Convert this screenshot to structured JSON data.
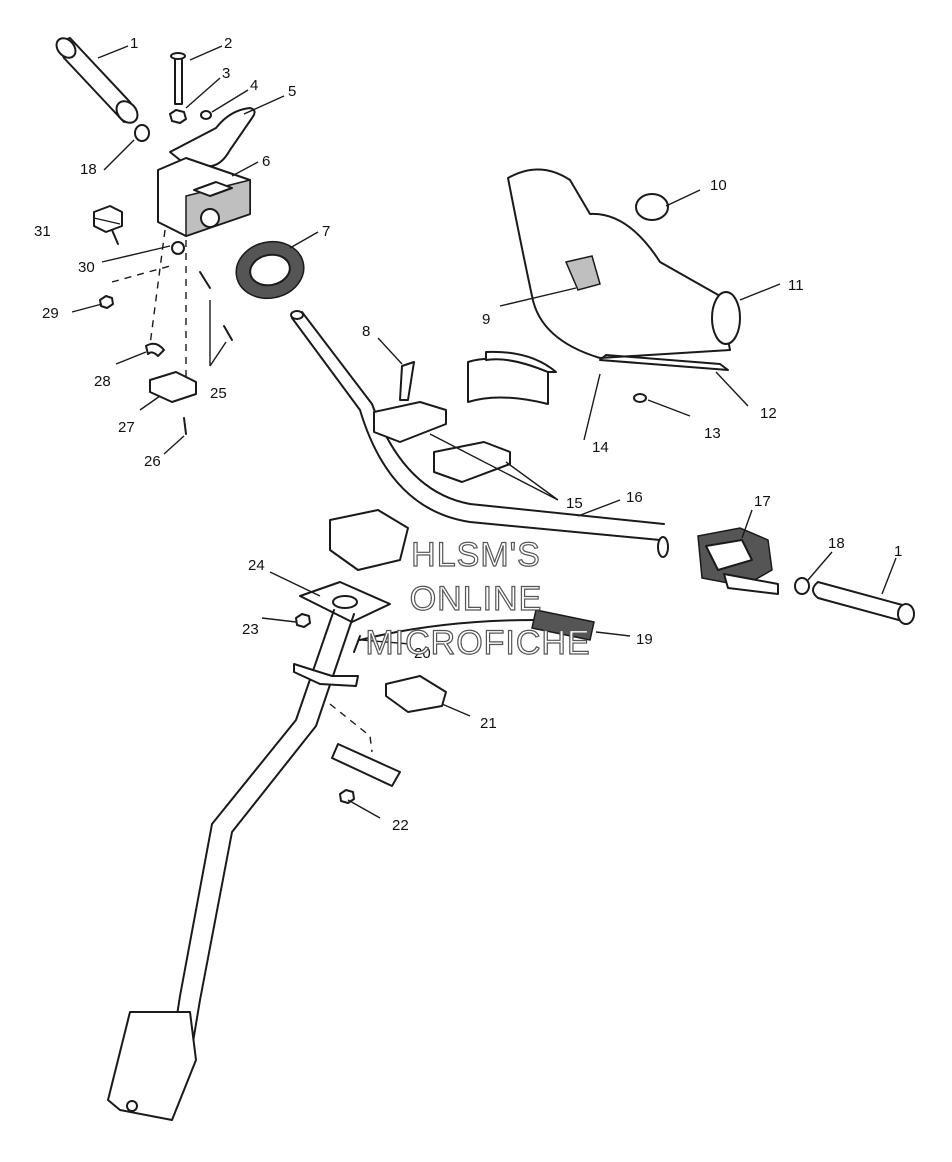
{
  "watermark": {
    "lines": [
      "HLSM'S",
      "ONLINE",
      "MICROFICHE"
    ]
  },
  "callouts": {
    "c1a": "1",
    "c2": "2",
    "c3": "3",
    "c4": "4",
    "c5": "5",
    "c6": "6",
    "c7": "7",
    "c8": "8",
    "c9": "9",
    "c10": "10",
    "c11": "11",
    "c12": "12",
    "c13": "13",
    "c14": "14",
    "c15": "15",
    "c16": "16",
    "c17": "17",
    "c18a": "18",
    "c18b": "18",
    "c1b": "1",
    "c19": "19",
    "c20": "20",
    "c21": "21",
    "c22": "22",
    "c23": "23",
    "c24": "24",
    "c25": "25",
    "c26": "26",
    "c27": "27",
    "c28": "28",
    "c29": "29",
    "c30": "30",
    "c31": "31"
  }
}
